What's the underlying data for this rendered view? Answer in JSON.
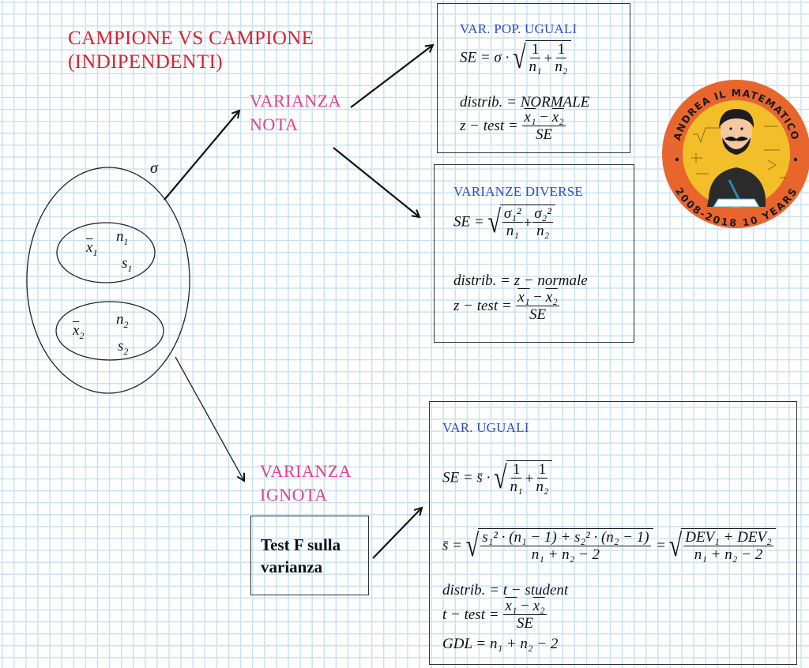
{
  "title": {
    "line1": "CAMPIONE VS CAMPIONE",
    "line2": "(INDIPENDENTI)"
  },
  "branches": {
    "known": {
      "line1": "VARIANZA",
      "line2": "NOTA"
    },
    "unknown": {
      "line1": "VARIANZA",
      "line2": "IGNOTA"
    }
  },
  "samples": {
    "sigma": "σ",
    "sample1": {
      "mean": "x",
      "mean_sub": "1",
      "n": "n",
      "n_sub": "1",
      "s": "s",
      "s_sub": "1"
    },
    "sample2": {
      "mean": "x",
      "mean_sub": "2",
      "n": "n",
      "n_sub": "2",
      "s": "s",
      "s_sub": "2"
    }
  },
  "box_equal_pop": {
    "heading": "VAR. POP. UGUALI",
    "se_lhs": "SE = σ ·",
    "distrib": "distrib. = NORMALE",
    "test_lhs": "z − test ="
  },
  "box_diff_var": {
    "heading": "VARIANZE DIVERSE",
    "se_lhs": "SE =",
    "distrib": "distrib. = z − normale",
    "test_lhs": "z − test ="
  },
  "box_equal_var": {
    "heading": "VAR. UGUALI",
    "se_lhs": "SE = s̄ ·",
    "sbar_lhs": "s̄ =",
    "sbar_num": "s₁² · (n₁ − 1) + s₂² · (n₂ − 1)",
    "sbar_den": "n₁ + n₂ − 2",
    "eq": "=",
    "dev_num": "DEV₁ + DEV₂",
    "dev_den": "n₁ + n₂ − 2",
    "distrib": "distrib. = t − student",
    "test_lhs": "t − test =",
    "gdl": "GDL = n₁ + n₂ − 2"
  },
  "common": {
    "one": "1",
    "n1": "n₁",
    "n2": "n₂",
    "sigma1sq": "σ₁²",
    "sigma2sq": "σ₂²",
    "plus": "+",
    "diff_x": "x₁",
    "minus": "−",
    "diff_x2": "x₂",
    "se": "SE"
  },
  "test_f": {
    "line1": "Test F sulla",
    "line2": "varianza"
  },
  "logo": {
    "top_text": "ANDREA IL MATEMATICO",
    "bottom_text": "2008-2018 10 YEARS",
    "ring_color": "#E8662E",
    "inner_color": "#F2BE2A"
  },
  "colors": {
    "title": "#d4232f",
    "branch": "#e0418a",
    "heading": "#3049c9",
    "grid": "#c9e2f0"
  }
}
